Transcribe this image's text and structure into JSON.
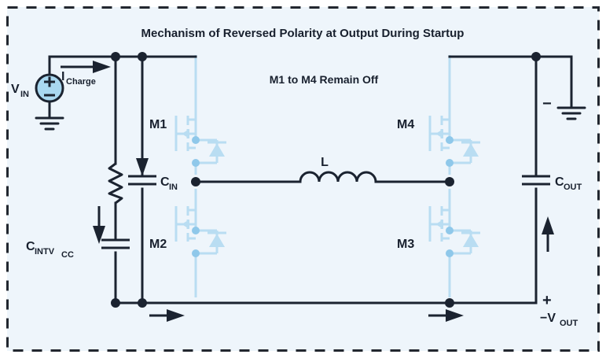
{
  "figure": {
    "title": "Mechanism of Reversed Polarity at Output During Startup",
    "note": "M1 to M4 Remain Off",
    "background_color": "#eef5fb",
    "border_color": "#22272f",
    "wire_color": "#1b2330",
    "mosfet_color": "#b9ddf2",
    "source_fill": "#a9d8f0"
  },
  "labels": {
    "vin": "V",
    "vin_sub": "IN",
    "icharge": "I",
    "icharge_sub": "Charge",
    "cin": "C",
    "cin_sub": "IN",
    "cintvcc": "C",
    "cintvcc_sub": "INTV",
    "cintvcc_sub2": "CC",
    "cout": "C",
    "cout_sub": "OUT",
    "inductor": "L",
    "vout": "−V",
    "vout_sub": "OUT",
    "m1": "M1",
    "m2": "M2",
    "m3": "M3",
    "m4": "M4",
    "plus_source": "+",
    "minus_source": "−",
    "minus_out": "−",
    "plus_out": "+"
  },
  "components": [
    {
      "name": "voltage-source",
      "label": "V_IN",
      "type": "dc-source"
    },
    {
      "name": "ground-input",
      "type": "ground"
    },
    {
      "name": "ground-output",
      "type": "ground"
    },
    {
      "name": "resistor-intvcc",
      "type": "resistor"
    },
    {
      "name": "capacitor-cin",
      "label": "C_IN",
      "type": "capacitor"
    },
    {
      "name": "capacitor-cintvcc",
      "label": "C_INTVCC",
      "type": "capacitor"
    },
    {
      "name": "capacitor-cout",
      "label": "C_OUT",
      "type": "capacitor"
    },
    {
      "name": "inductor-l",
      "label": "L",
      "type": "inductor"
    },
    {
      "name": "mosfet-m1",
      "label": "M1",
      "type": "nmos-with-body-diode"
    },
    {
      "name": "mosfet-m2",
      "label": "M2",
      "type": "nmos-with-body-diode"
    },
    {
      "name": "mosfet-m3",
      "label": "M3",
      "type": "nmos-with-body-diode"
    },
    {
      "name": "mosfet-m4",
      "label": "M4",
      "type": "nmos-with-body-diode"
    }
  ],
  "current_arrows": [
    {
      "name": "arrow-icharge",
      "direction": "right",
      "label": "I_Charge"
    },
    {
      "name": "arrow-cin-current",
      "direction": "down"
    },
    {
      "name": "arrow-cintvcc-current",
      "direction": "down"
    },
    {
      "name": "arrow-bottom-left",
      "direction": "right"
    },
    {
      "name": "arrow-bottom-right",
      "direction": "right"
    },
    {
      "name": "arrow-cout-return",
      "direction": "up"
    }
  ]
}
